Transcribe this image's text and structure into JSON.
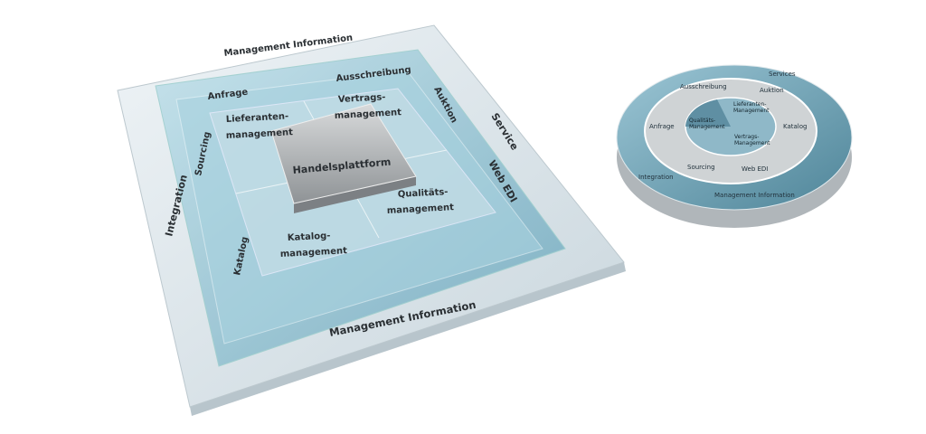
{
  "square_diagram": {
    "outer_top": "Management Information",
    "outer_right": "Service",
    "outer_left": "Integration",
    "outer_bottom": "Management Information",
    "ring_items": [
      "Anfrage",
      "Ausschreibung",
      "Auktion",
      "Sourcing",
      "Web EDI",
      "Katalog"
    ],
    "inner_items": [
      {
        "line1": "Lieferanten-",
        "line2": "management"
      },
      {
        "line1": "Vertrags-",
        "line2": "management"
      },
      {
        "line1": "Katalog-",
        "line2": "management"
      },
      {
        "line1": "Qualitäts-",
        "line2": "management"
      }
    ],
    "center": "Handelsplattform"
  },
  "circle_diagram": {
    "outer": [
      "Services",
      "Integration",
      "Management Information"
    ],
    "ring": [
      "Ausschreibung",
      "Auktion",
      "Anfrage",
      "Katalog",
      "Sourcing",
      "Web EDI"
    ],
    "core": [
      "Lieferanten-Management",
      "Qualitäts-Management",
      "Vertrags-Management"
    ]
  },
  "colors": {
    "blue": "#8fc3d3",
    "dark_blue": "#5f8fa3",
    "glass": "#d9e3e8",
    "gray": "#a9adb0"
  }
}
